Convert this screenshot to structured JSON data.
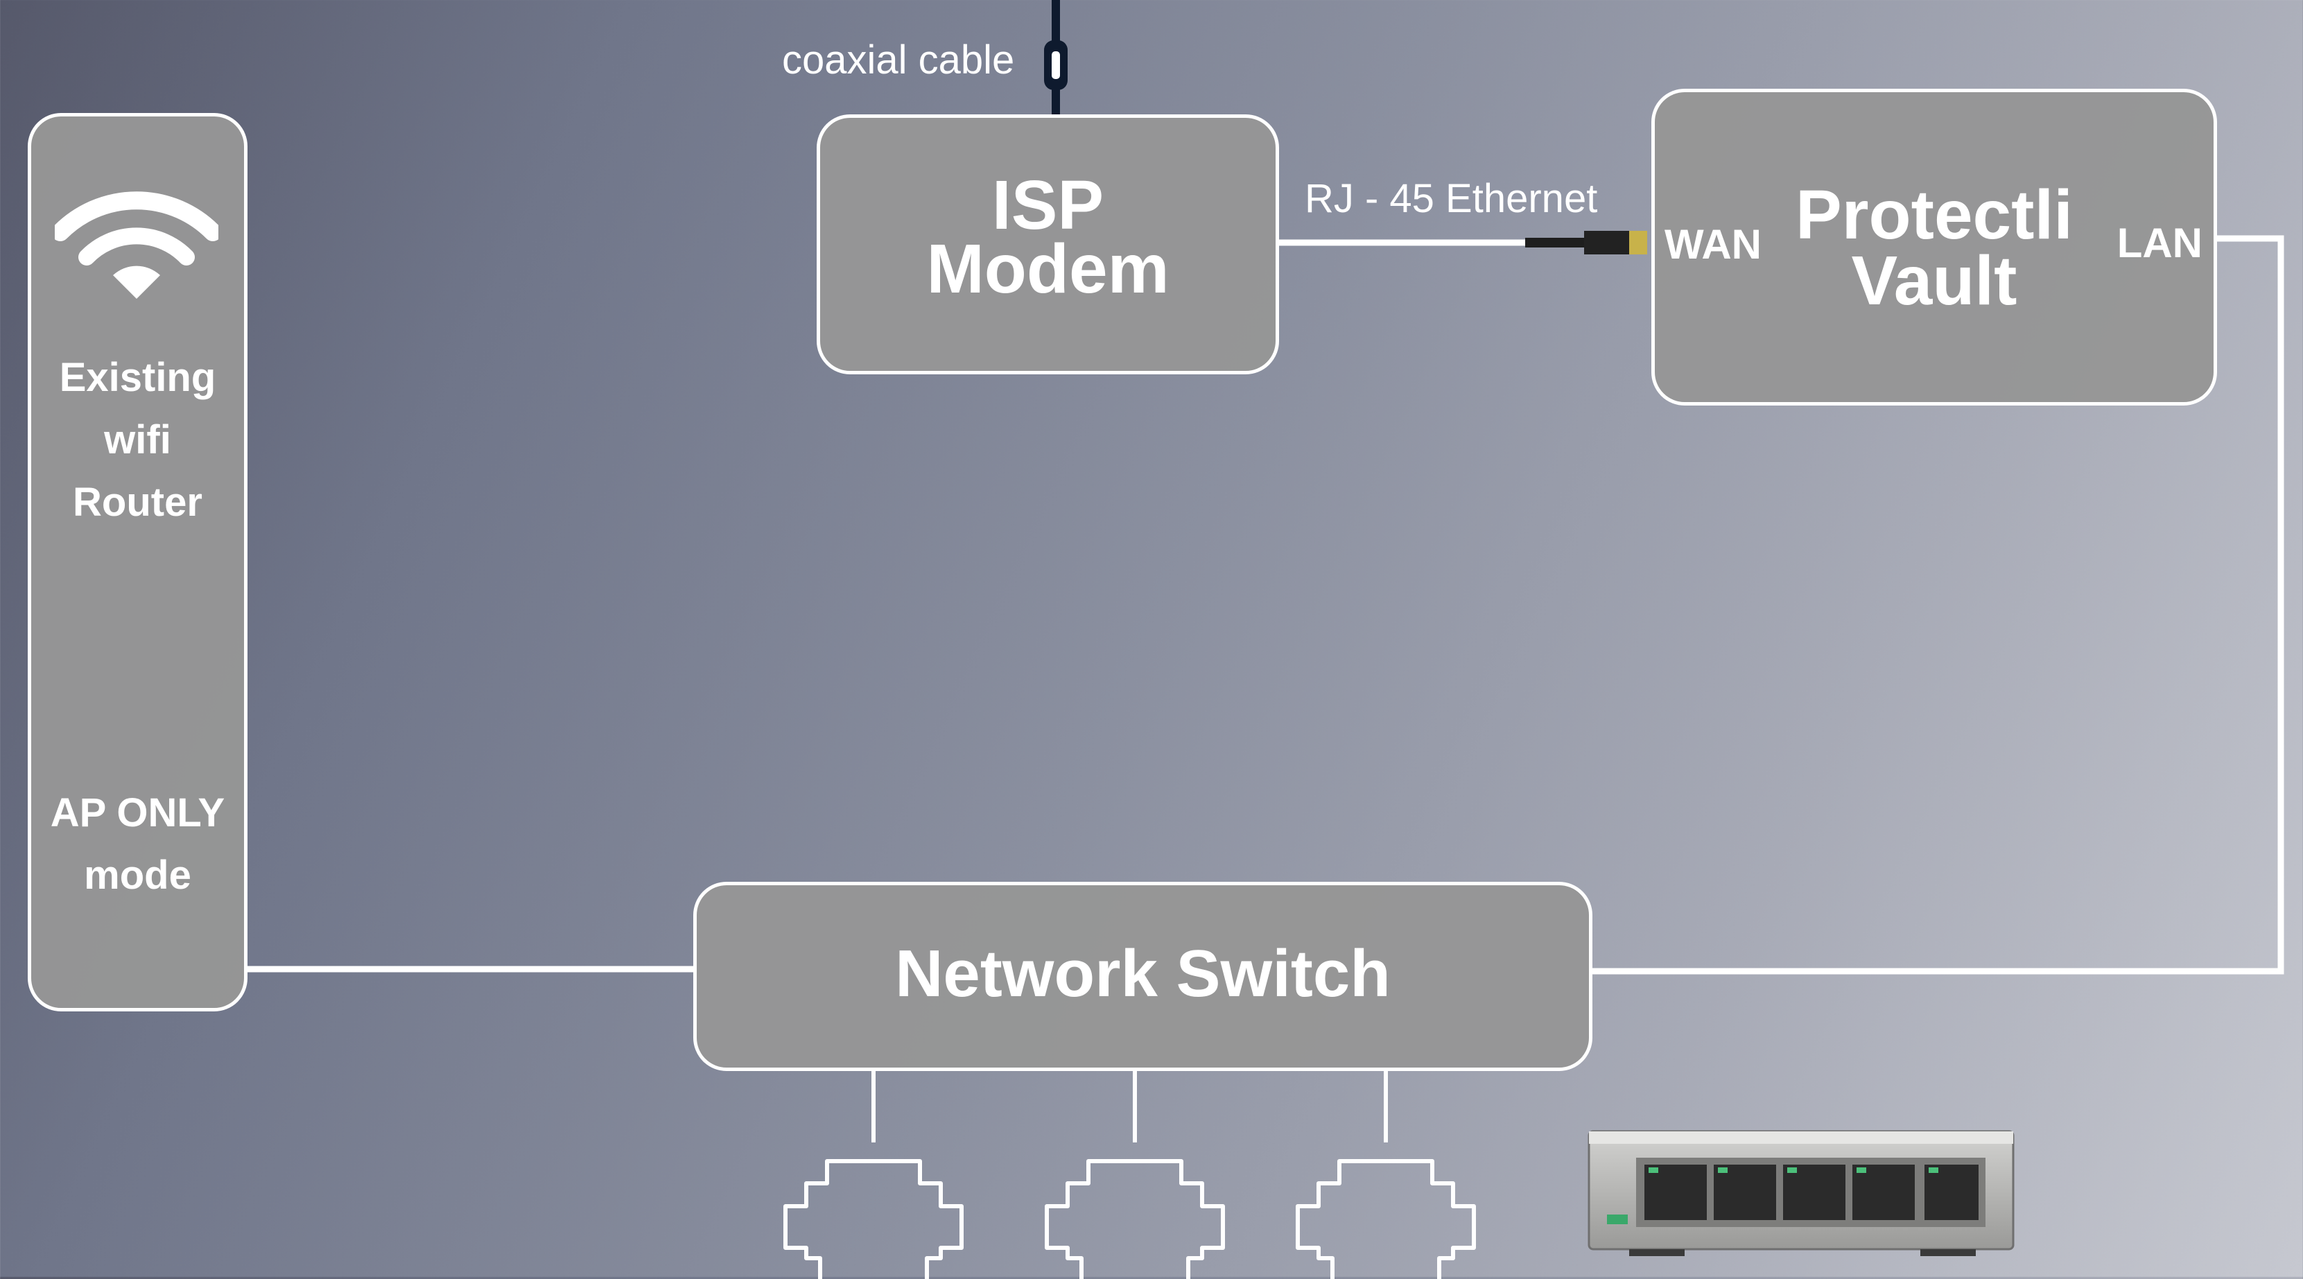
{
  "diagram": {
    "labels": {
      "coax": "coaxial cable",
      "ethernet": "RJ - 45 Ethernet"
    },
    "nodes": {
      "router": {
        "title_lines": [
          "Existing",
          "wifi",
          "Router"
        ],
        "mode_lines": [
          "AP ONLY",
          "mode"
        ],
        "icon": "wifi-icon"
      },
      "modem": {
        "title_lines": [
          "ISP",
          "Modem"
        ]
      },
      "vault": {
        "title_lines": [
          "Protectli",
          "Vault"
        ],
        "port_left": "WAN",
        "port_right": "LAN"
      },
      "switch": {
        "title": "Network Switch"
      }
    },
    "client_icons": [
      "ethernet-jack-icon",
      "ethernet-jack-icon",
      "ethernet-jack-icon"
    ],
    "photo": "network-switch-photo"
  },
  "colors": {
    "box_fill": "#969696",
    "outline": "#ffffff",
    "coax": "#0e1a2e"
  }
}
